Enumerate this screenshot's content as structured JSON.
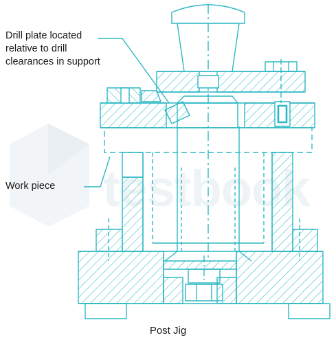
{
  "labels": {
    "drill_plate_line1": "Drill plate located",
    "drill_plate_line2": "relative to drill",
    "drill_plate_line3": "clearances in support",
    "work_piece": "Work piece",
    "caption": "Post Jig"
  },
  "watermark": "testbook",
  "colors": {
    "stroke": "#2bb8c4",
    "label": "#1a1a1a",
    "watermark": "#eef3f6",
    "background": "#ffffff"
  }
}
